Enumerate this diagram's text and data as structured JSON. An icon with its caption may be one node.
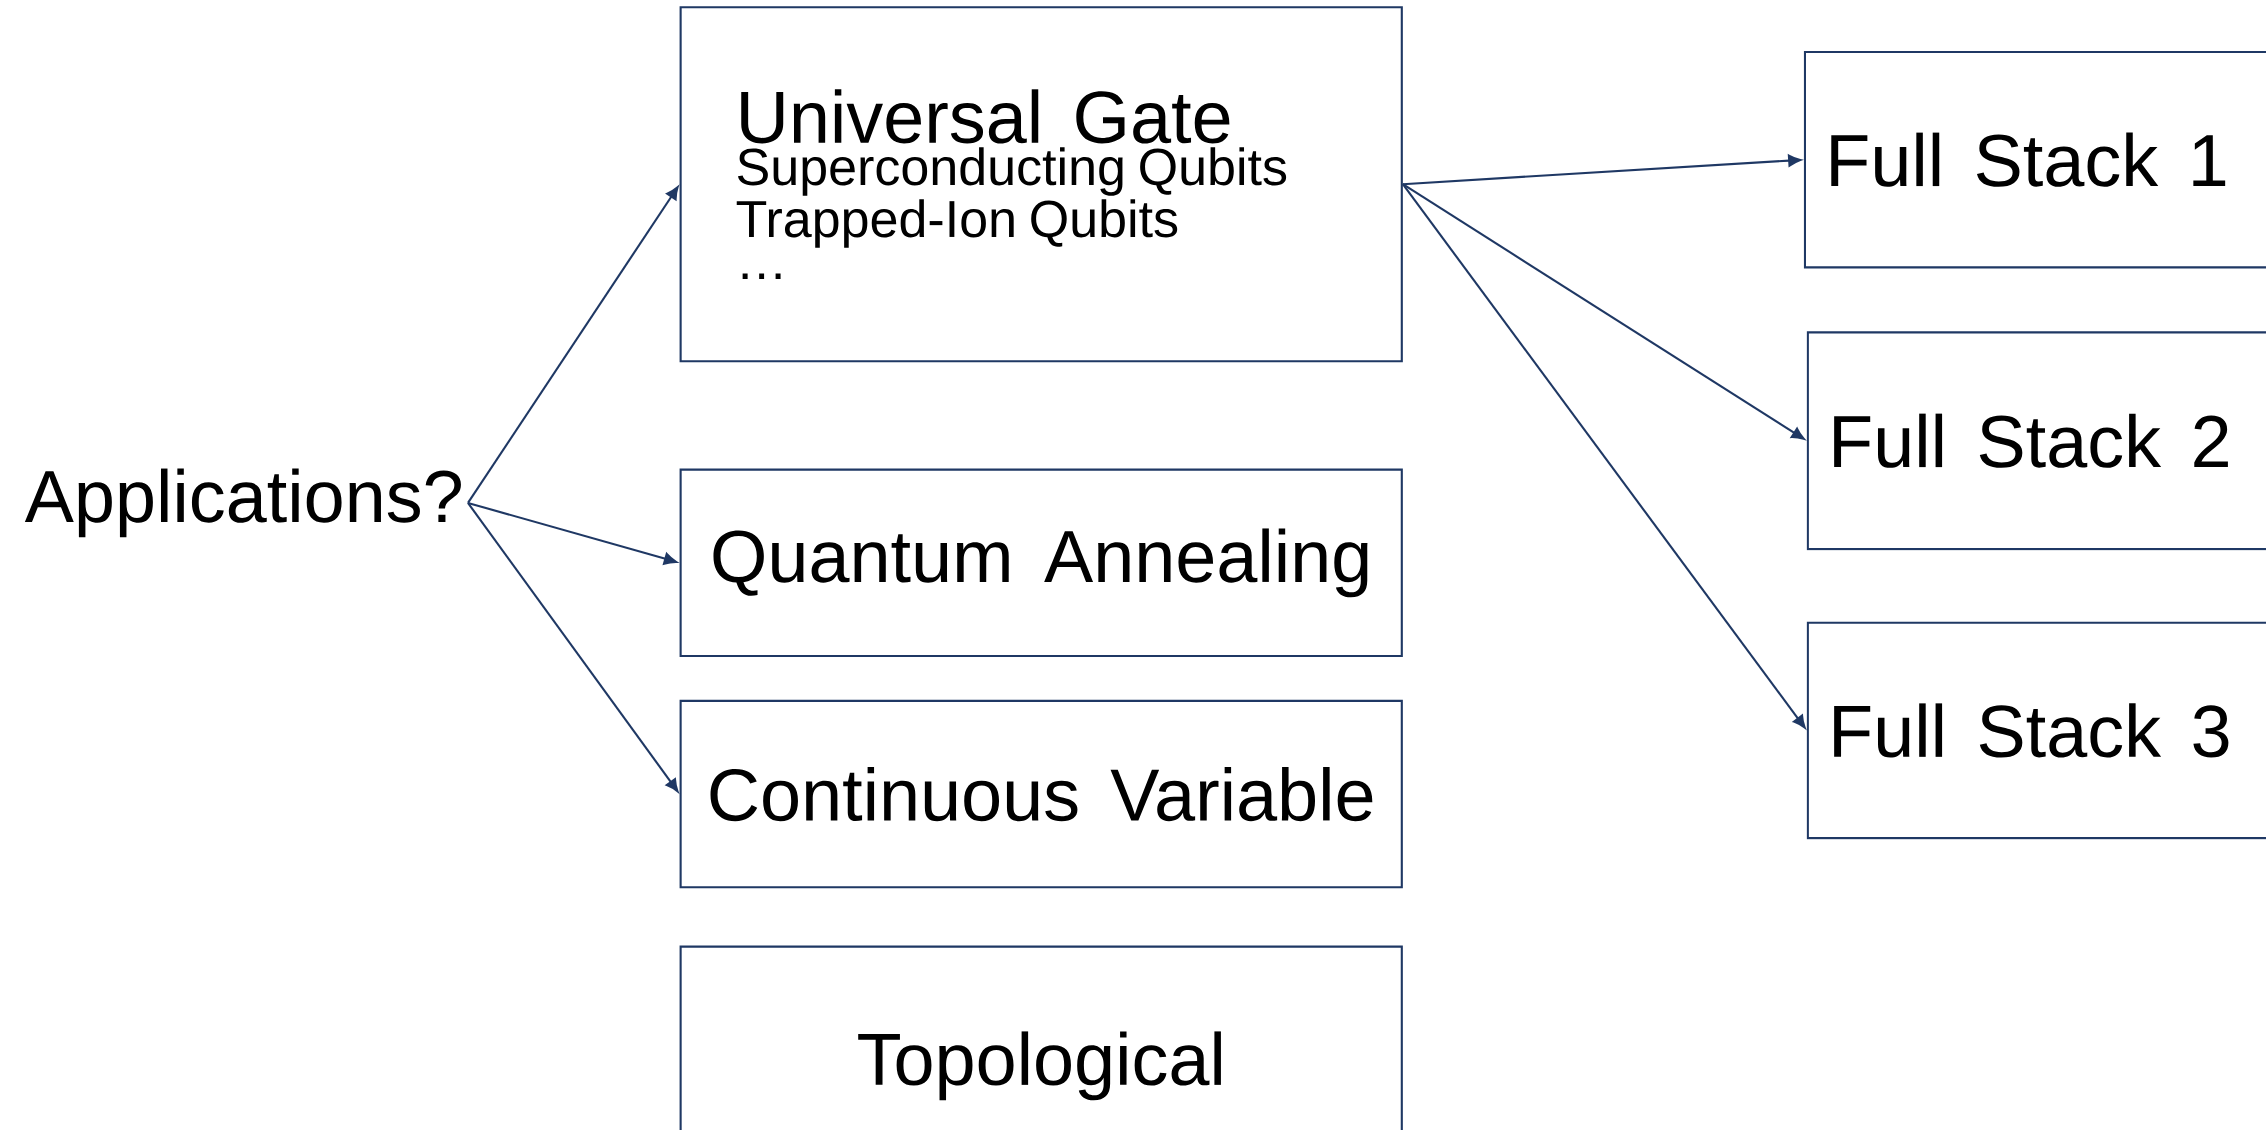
{
  "diagram": {
    "nodes": [
      {
        "text": [
          "Applications?"
        ]
      },
      {
        "text": [
          "Universal Gate",
          "Superconducting Qubits",
          "Trapped-Ion Qubits",
          "…"
        ]
      },
      {
        "text": [
          "Quantum Annealing"
        ]
      },
      {
        "text": [
          "Continuous Variable"
        ]
      },
      {
        "text": [
          "Topological"
        ]
      },
      {
        "text": [
          "Full Stack 1"
        ]
      },
      {
        "text": [
          "Full Stack 2"
        ]
      },
      {
        "text": [
          "Full Stack 3"
        ]
      }
    ],
    "edges": [
      {
        "from": 0,
        "to": 1,
        "arrow": "to"
      },
      {
        "from": 0,
        "to": 2,
        "arrow": "to"
      },
      {
        "from": 0,
        "to": 3,
        "arrow": "to"
      },
      {
        "from": 1,
        "to": 5,
        "arrow": "to"
      },
      {
        "from": 1,
        "to": 6,
        "arrow": "to"
      },
      {
        "from": 1,
        "to": 7,
        "arrow": "to"
      }
    ]
  }
}
